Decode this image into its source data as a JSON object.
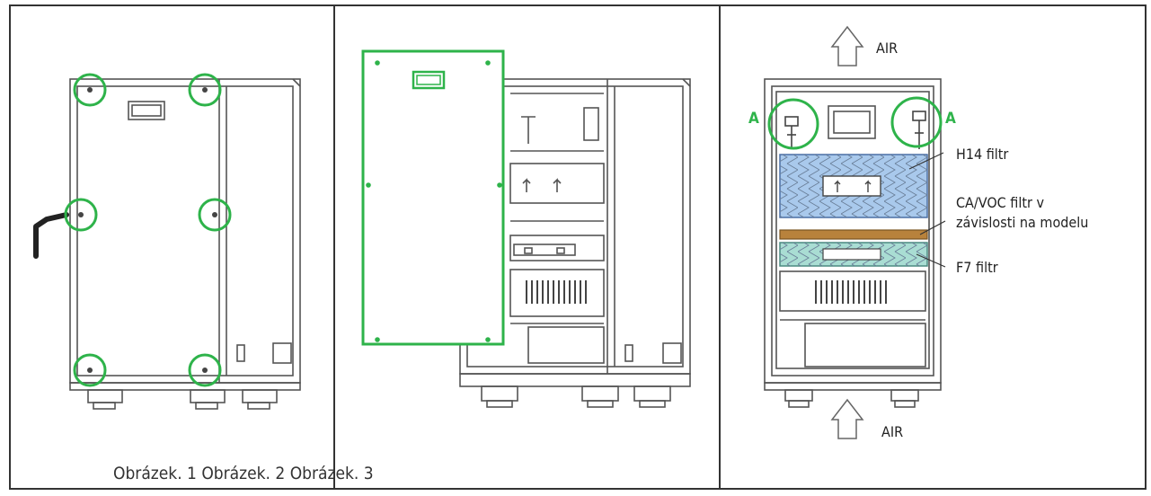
{
  "colors": {
    "accent_green": "#2eb34a",
    "line": "#555555",
    "frame": "#333333",
    "h14_fill": "#a9c9ec",
    "ca_voc_fill": "#b8823c",
    "f7_fill": "#a9ddd3"
  },
  "panel3": {
    "air_top": "AIR",
    "air_bottom": "AIR",
    "marker_left": "A",
    "marker_right": "A",
    "h14_label": "H14 filtr",
    "ca_voc_label_line1": "CA/VOC filtr v",
    "ca_voc_label_line2": "závislosti na modelu",
    "f7_label": "F7 filtr"
  },
  "caption": "Obrázek. 1 Obrázek. 2 Obrázek. 3"
}
